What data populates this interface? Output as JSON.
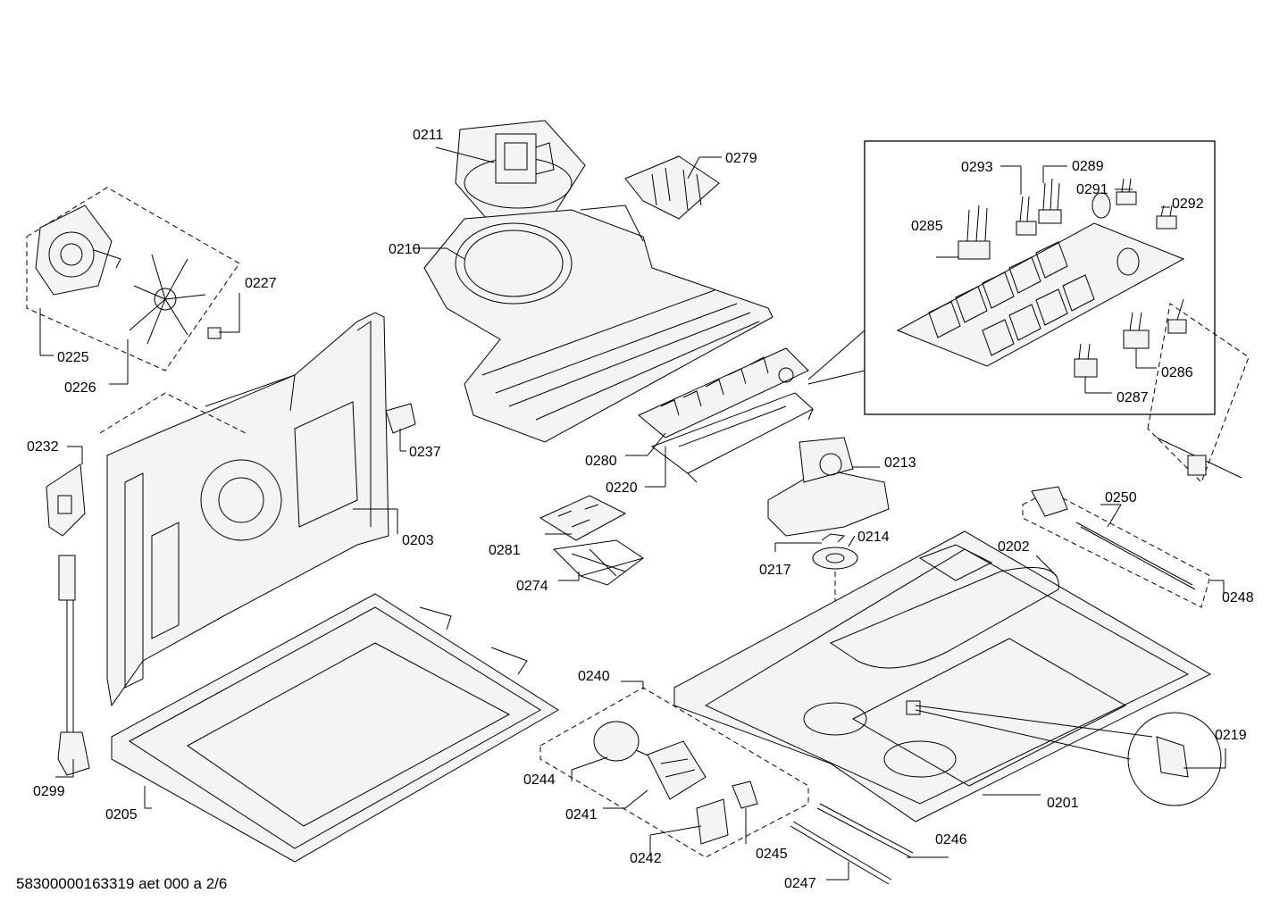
{
  "labels": {
    "p0211": "0211",
    "p0279": "0279",
    "p0210": "0210",
    "p0227": "0227",
    "p0225": "0225",
    "p0226": "0226",
    "p0232": "0232",
    "p0237": "0237",
    "p0203": "0203",
    "p0280": "0280",
    "p0220": "0220",
    "p0281": "0281",
    "p0274": "0274",
    "p0213": "0213",
    "p0214": "0214",
    "p0217": "0217",
    "p0250": "0250",
    "p0202": "0202",
    "p0248": "0248",
    "p0299": "0299",
    "p0205": "0205",
    "p0240": "0240",
    "p0244": "0244",
    "p0241": "0241",
    "p0242": "0242",
    "p0245": "0245",
    "p0246": "0246",
    "p0247": "0247",
    "p0201": "0201",
    "p0219": "0219",
    "p0293": "0293",
    "p0289": "0289",
    "p0291": "0291",
    "p0292": "0292",
    "p0285": "0285",
    "p0286": "0286",
    "p0287": "0287"
  },
  "footer": "58300000163319 aet 000 a 2/6"
}
